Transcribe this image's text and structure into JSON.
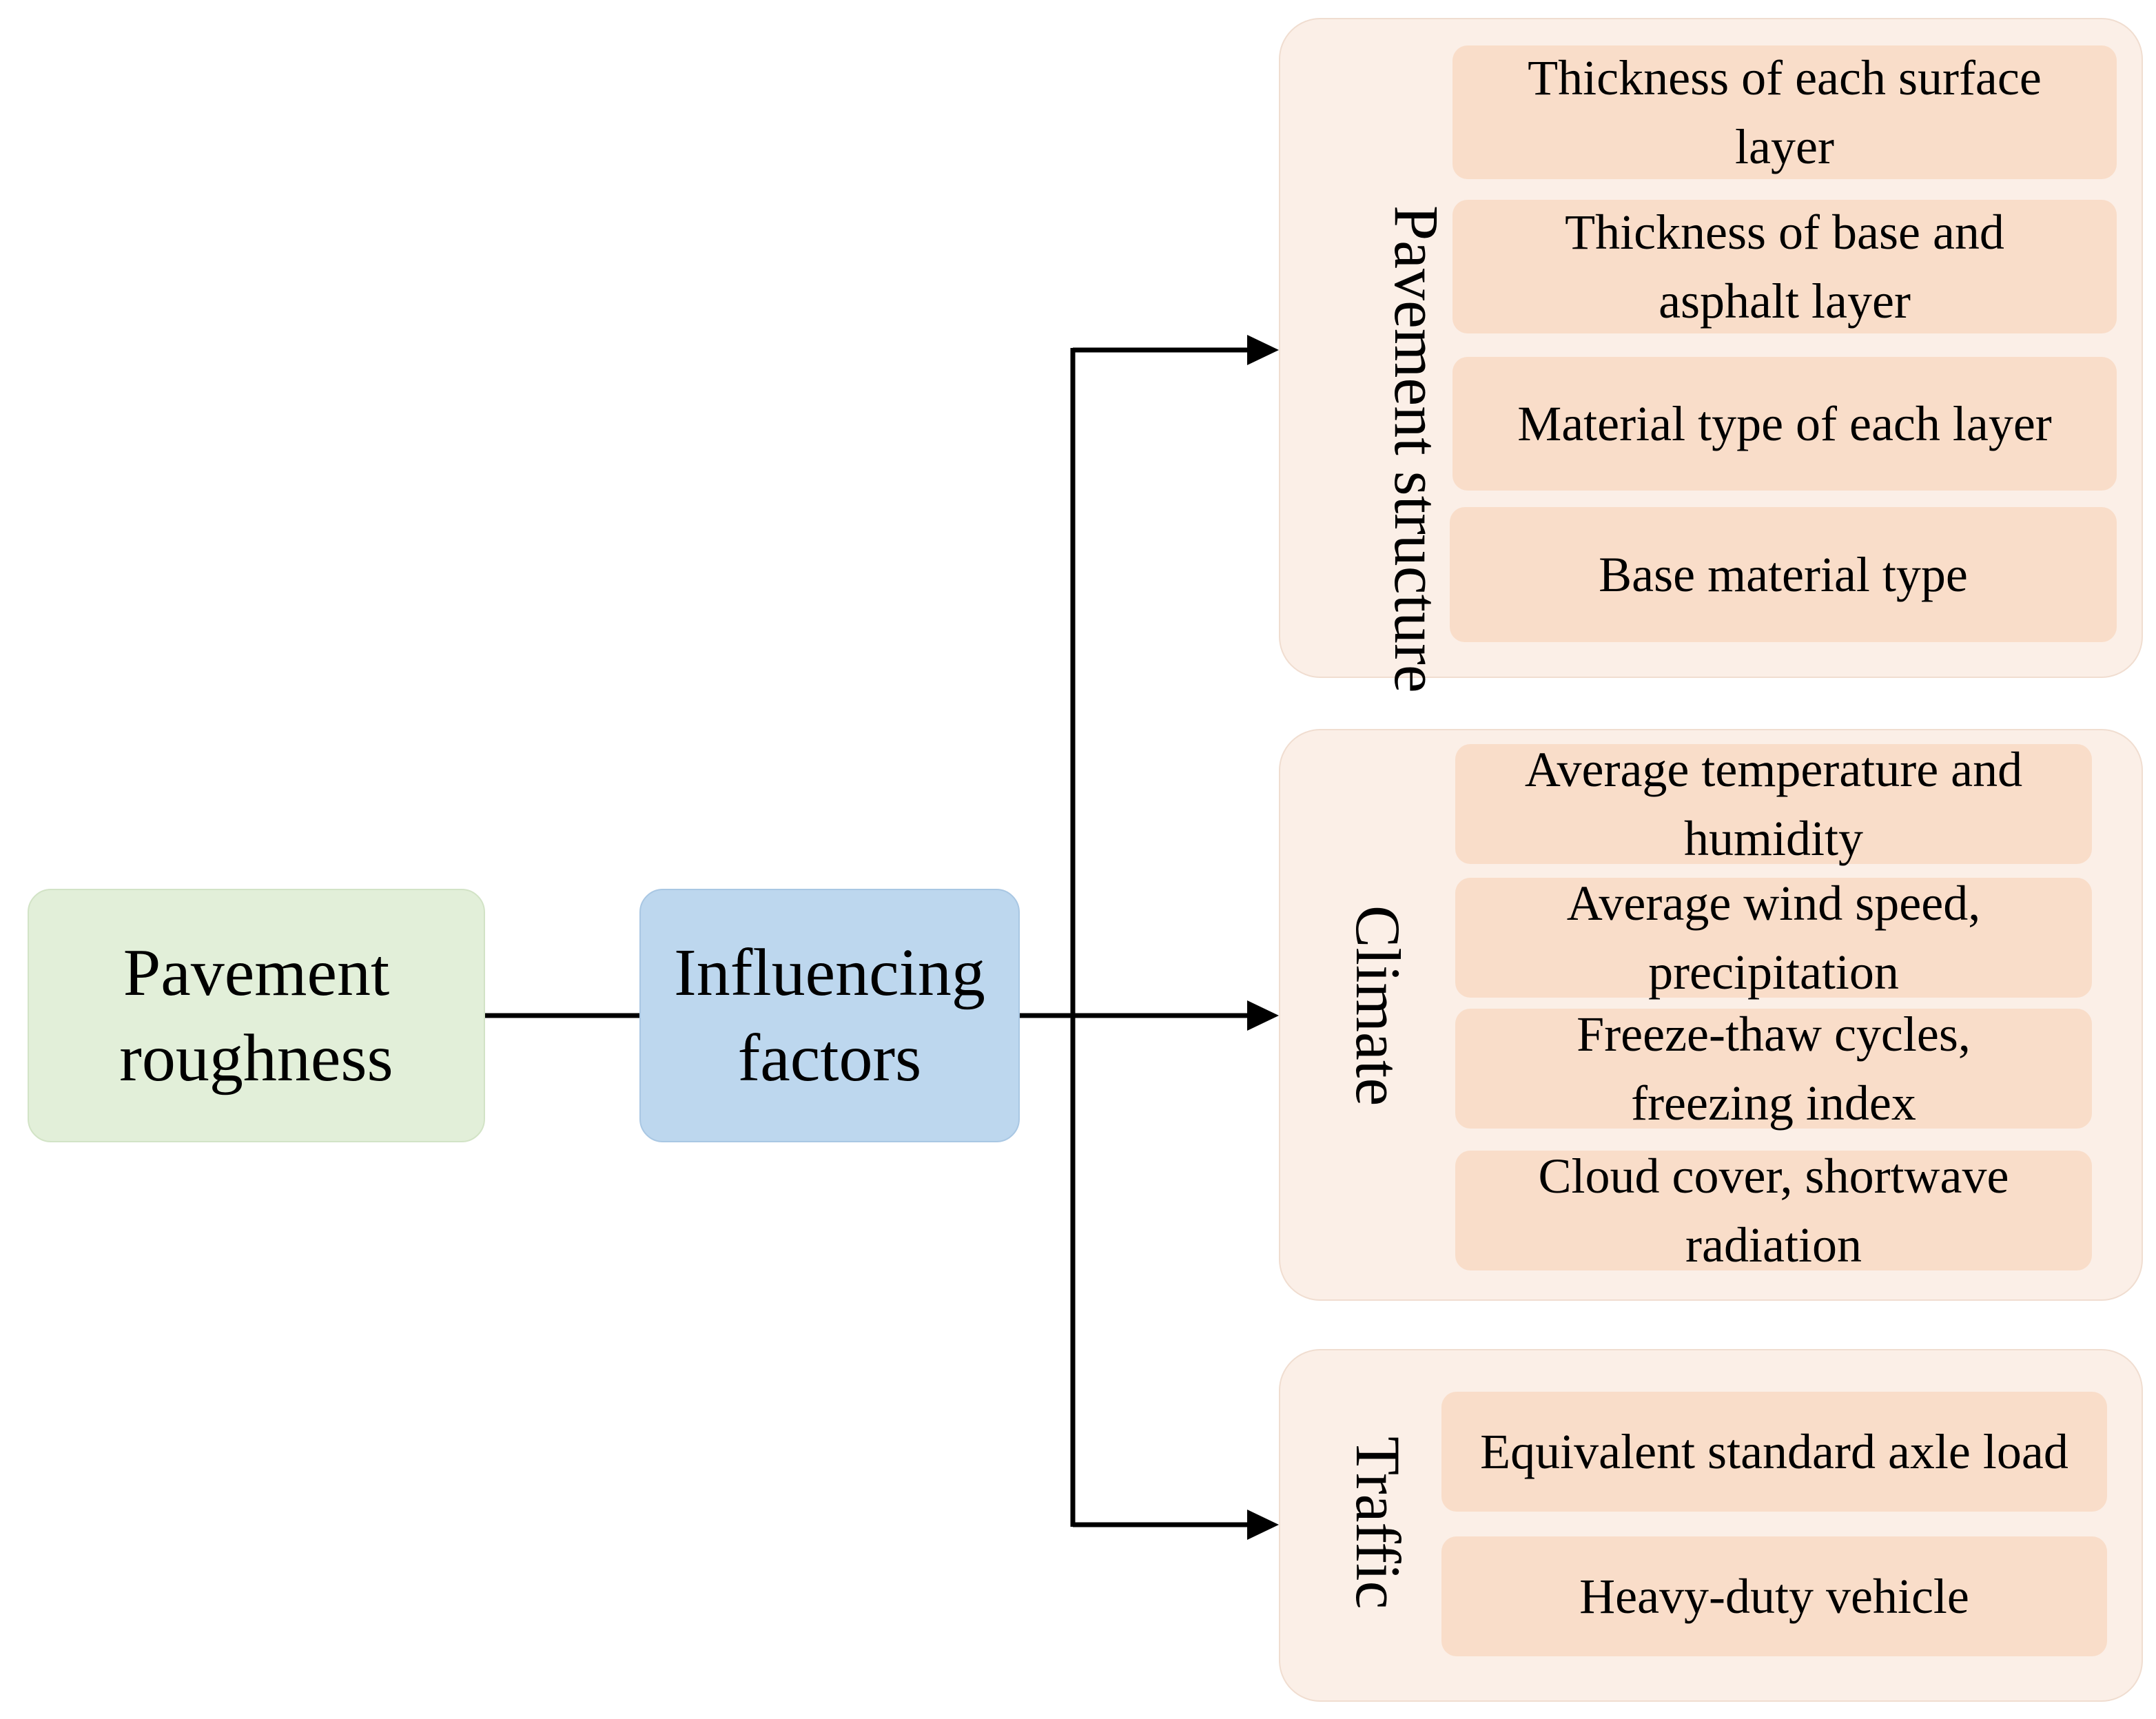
{
  "root": {
    "label": "Pavement roughness"
  },
  "middle": {
    "label": "Influencing factors"
  },
  "groups": [
    {
      "label": "Pavement structure",
      "items": [
        "Thickness of each surface layer",
        "Thickness of base and asphalt layer",
        "Material type of each layer",
        "Base material type"
      ]
    },
    {
      "label": "Climate",
      "items": [
        "Average temperature and humidity",
        "Average wind speed, precipitation",
        "Freeze-thaw cycles, freezing index",
        "Cloud cover, shortwave radiation"
      ]
    },
    {
      "label": "Traffic",
      "items": [
        "Equivalent standard axle load",
        "Heavy-duty vehicle"
      ]
    }
  ],
  "colors": {
    "root_fill": "#e2efd9",
    "middle_fill": "#bdd7ee",
    "group_fill": "#fbefe7",
    "item_fill": "#f9ddc9",
    "connector": "#000000"
  }
}
